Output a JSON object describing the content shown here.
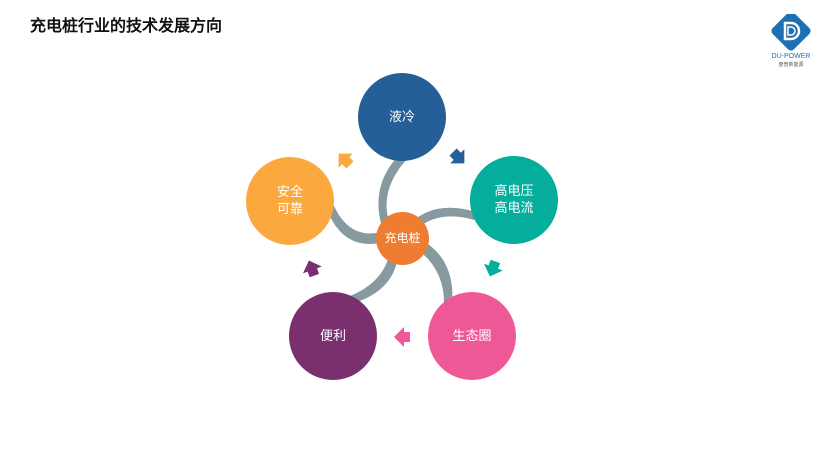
{
  "title": "充电桩行业的技术发展方向",
  "logo": {
    "brand": "DU-POWER",
    "subtitle": "度普新能源"
  },
  "center": {
    "label": "充电桩",
    "color": "#ef7d31"
  },
  "nodes": [
    {
      "line1": "液冷",
      "line2": "",
      "color": "#245f97"
    },
    {
      "line1": "高电压",
      "line2": "高电流",
      "color": "#04ad9c"
    },
    {
      "line1": "生态圈",
      "line2": "",
      "color": "#ef5896"
    },
    {
      "line1": "便利",
      "line2": "",
      "color": "#7a306f"
    },
    {
      "line1": "安全",
      "line2": "可靠",
      "color": "#fba83f"
    }
  ],
  "arm_color": "#879aa0"
}
